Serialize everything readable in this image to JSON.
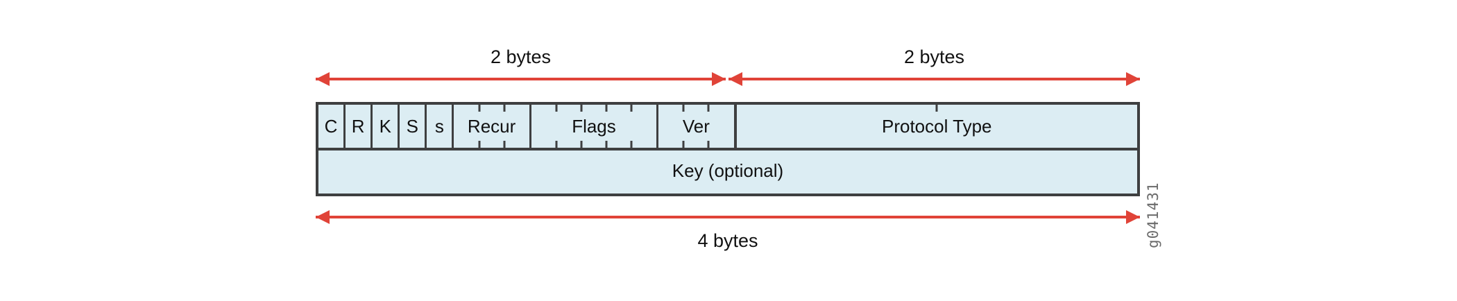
{
  "diagram": {
    "description": "GRE header packet format diagram",
    "measures": {
      "top_left": "2 bytes",
      "top_right": "2 bytes",
      "bottom": "4 bytes"
    },
    "header_row": {
      "fields": [
        {
          "label": "C",
          "bits": 1
        },
        {
          "label": "R",
          "bits": 1
        },
        {
          "label": "K",
          "bits": 1
        },
        {
          "label": "S",
          "bits": 1
        },
        {
          "label": "s",
          "bits": 1
        },
        {
          "label": "Recur",
          "bits": 3
        },
        {
          "label": "Flags",
          "bits": 5
        },
        {
          "label": "Ver",
          "bits": 3
        },
        {
          "label": "Protocol Type",
          "bits": 16
        }
      ],
      "total_bits": 32
    },
    "key_row": {
      "label": "Key (optional)"
    },
    "figure_id": "g041431",
    "colors": {
      "cell_fill": "#dcedf3",
      "box_border": "#3e3f40",
      "arrow_red": "#e04338",
      "figure_id_text": "#6b6b6b",
      "label_text": "#111111"
    }
  }
}
